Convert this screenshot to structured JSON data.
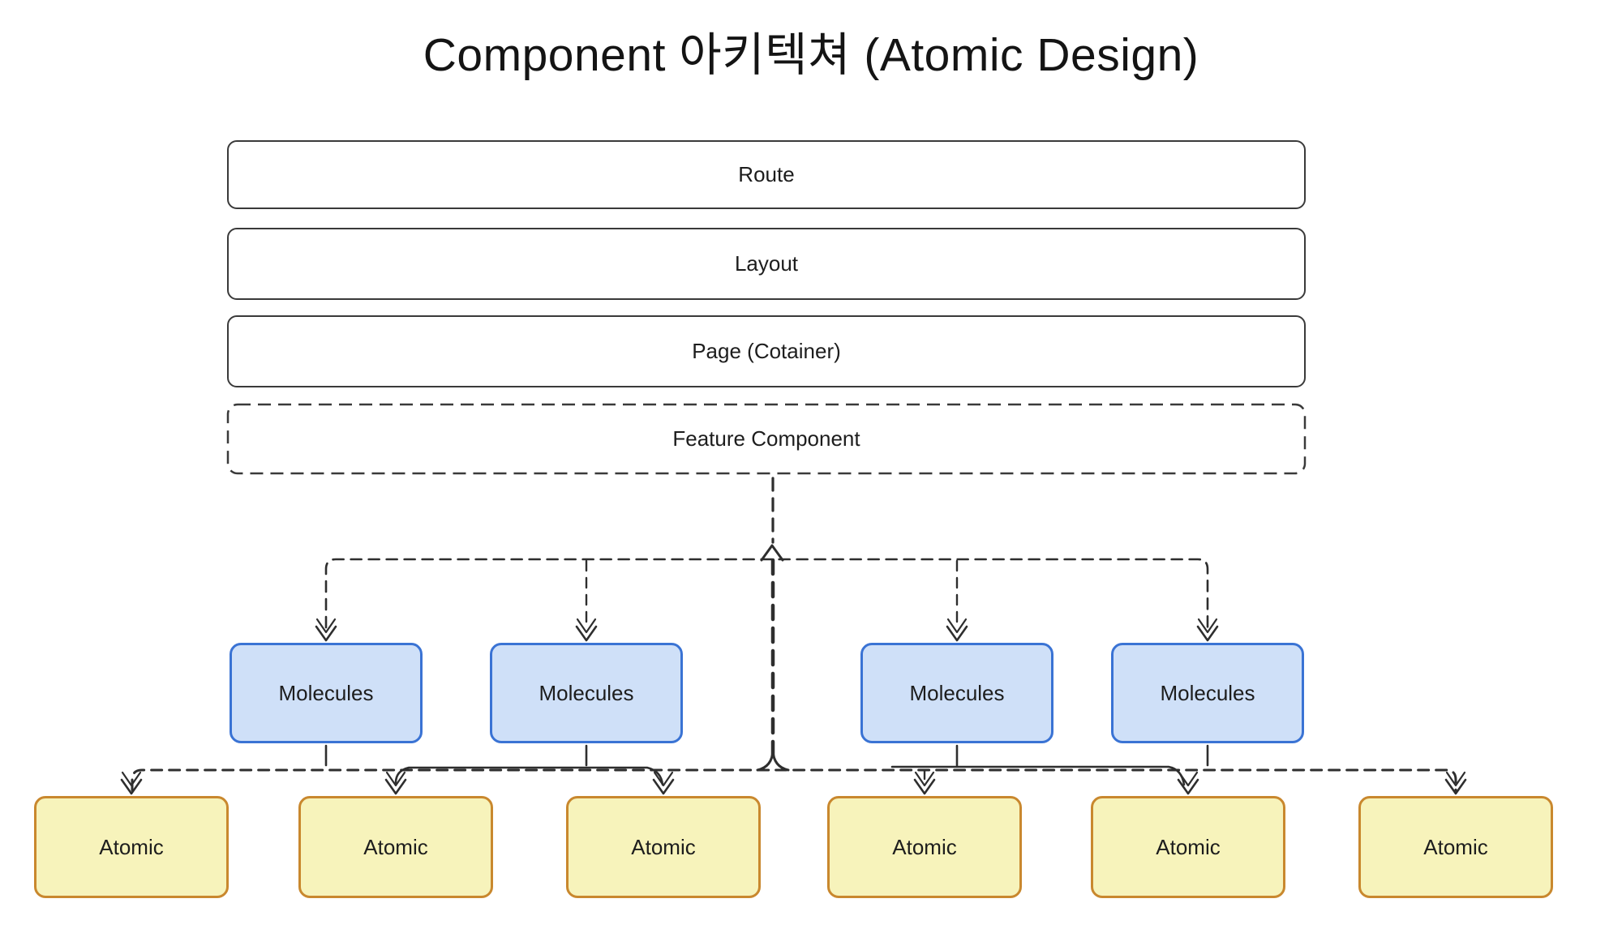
{
  "title": "Component 아키텍쳐 (Atomic Design)",
  "layers": [
    {
      "label": "Route"
    },
    {
      "label": "Layout"
    },
    {
      "label": "Page (Cotainer)"
    },
    {
      "label": "Feature Component"
    }
  ],
  "molecules": [
    {
      "label": "Molecules"
    },
    {
      "label": "Molecules"
    },
    {
      "label": "Molecules"
    },
    {
      "label": "Molecules"
    }
  ],
  "atoms": [
    {
      "label": "Atomic"
    },
    {
      "label": "Atomic"
    },
    {
      "label": "Atomic"
    },
    {
      "label": "Atomic"
    },
    {
      "label": "Atomic"
    },
    {
      "label": "Atomic"
    }
  ],
  "colors": {
    "background": "#ffffff",
    "line": "#2e2e2e",
    "layer_border": "#3a3a3a",
    "molecule_fill": "#cfe0f8",
    "molecule_border": "#3a73d4",
    "atom_fill": "#f7f3bb",
    "atom_border": "#c9882e",
    "text": "#1d1d1d"
  }
}
